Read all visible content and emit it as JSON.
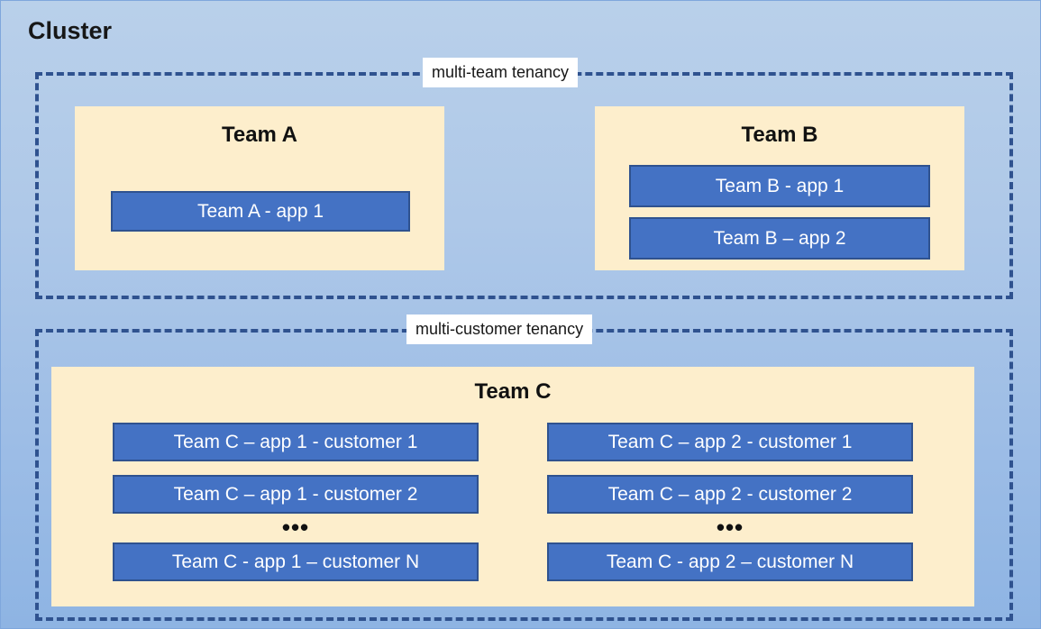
{
  "diagram": {
    "title": "Cluster",
    "background_top_color": "#b9d0ea",
    "background_bottom_color": "#8eb4e3",
    "dashed_border_color": "#2f528f",
    "team_panel_color": "#fdeecc",
    "app_box_fill_color": "#4472c4",
    "app_box_border_color": "#2f528f",
    "app_box_text_color": "#ffffff"
  },
  "groups": [
    {
      "id": "multi-team",
      "label": "multi-team tenancy",
      "teams": [
        {
          "id": "team-a",
          "title": "Team A",
          "apps": [
            "Team A - app 1"
          ]
        },
        {
          "id": "team-b",
          "title": "Team B",
          "apps": [
            "Team B - app 1",
            "Team B – app 2"
          ]
        }
      ]
    },
    {
      "id": "multi-customer",
      "label": "multi-customer tenancy",
      "teams": [
        {
          "id": "team-c",
          "title": "Team C",
          "columns": [
            {
              "id": "team-c-app-1",
              "items": [
                "Team C – app 1 - customer 1",
                "Team C – app 1 - customer 2"
              ],
              "ellipsis": "•••",
              "last_item": "Team C - app 1 – customer N"
            },
            {
              "id": "team-c-app-2",
              "items": [
                "Team C – app 2 - customer 1",
                "Team C – app 2 - customer 2"
              ],
              "ellipsis": "•••",
              "last_item": "Team C - app 2 – customer N"
            }
          ]
        }
      ]
    }
  ]
}
